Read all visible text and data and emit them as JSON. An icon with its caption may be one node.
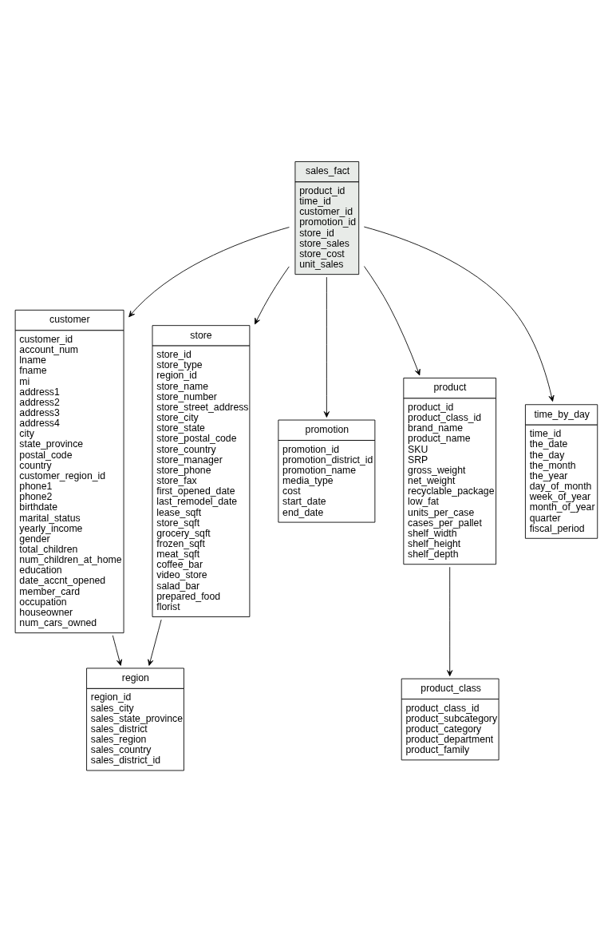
{
  "diagram": {
    "nodes": [
      {
        "text": [
          "customer",
          "customer_id",
          "account_num",
          "lname",
          "fname",
          "mi",
          "address1",
          "address2",
          "address3",
          "address4",
          "city",
          "state_province",
          "postal_code",
          "country",
          "customer_region_id",
          "phone1",
          "phone2",
          "birthdate",
          "marital_status",
          "yearly_income",
          "gender",
          "total_children",
          "num_children_at_home",
          "education",
          "date_accnt_opened",
          "member_card",
          "occupation",
          "houseowner",
          "num_cars_owned"
        ]
      },
      {
        "text": [
          "region",
          "region_id",
          "sales_city",
          "sales_state_province",
          "sales_district",
          "sales_region",
          "sales_country",
          "sales_district_id"
        ]
      },
      {
        "text": [
          "store",
          "store_id",
          "store_type",
          "region_id",
          "store_name",
          "store_number",
          "store_street_address",
          "store_city",
          "store_state",
          "store_postal_code",
          "store_country",
          "store_manager",
          "store_phone",
          "store_fax",
          "first_opened_date",
          "last_remodel_date",
          "lease_sqft",
          "store_sqft",
          "grocery_sqft",
          "frozen_sqft",
          "meat_sqft",
          "coffee_bar",
          "video_store",
          "salad_bar",
          "prepared_food",
          "florist"
        ]
      },
      {
        "text": [
          "promotion",
          "promotion_id",
          "promotion_district_id",
          "promotion_name",
          "media_type",
          "cost",
          "start_date",
          "end_date"
        ]
      },
      {
        "text": [
          "sales_fact",
          "product_id",
          "time_id",
          "customer_id",
          "promotion_id",
          "store_id",
          "store_sales",
          "store_cost",
          "unit_sales"
        ]
      },
      {
        "text": [
          "product",
          "product_id",
          "product_class_id",
          "brand_name",
          "product_name",
          "SKU",
          "SRP",
          "gross_weight",
          "net_weight",
          "recyclable_package",
          "low_fat",
          "units_per_case",
          "cases_per_pallet",
          "shelf_width",
          "shelf_height",
          "shelf_depth"
        ]
      },
      {
        "text": [
          "time_by_day",
          "time_id",
          "the_date",
          "the_day",
          "the_month",
          "the_year",
          "day_of_month",
          "week_of_year",
          "month_of_year",
          "quarter",
          "fiscal_period"
        ]
      },
      {
        "text": [
          "product_class",
          "product_class_id",
          "product_subcategory",
          "product_category",
          "product_department",
          "product_family"
        ]
      }
    ],
    "edges": [
      {
        "from": 0,
        "to": 1,
        "arrow": "to"
      },
      {
        "from": 2,
        "to": 1,
        "arrow": "to"
      },
      {
        "from": 4,
        "to": 3,
        "arrow": "to"
      },
      {
        "from": 4,
        "to": 0,
        "arrow": "to"
      },
      {
        "from": 4,
        "to": 2,
        "arrow": "to"
      },
      {
        "from": 4,
        "to": 5,
        "arrow": "to"
      },
      {
        "from": 4,
        "to": 6,
        "arrow": "to"
      },
      {
        "from": 5,
        "to": 7,
        "arrow": "to"
      }
    ]
  }
}
